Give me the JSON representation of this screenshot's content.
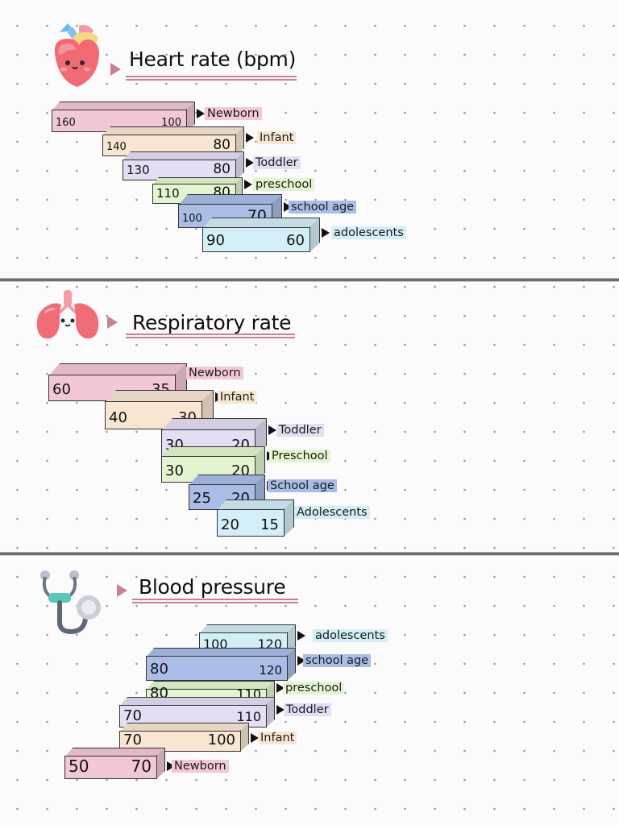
{
  "colors": {
    "pink": "#f2c7d6",
    "cream": "#f8e6d2",
    "lavender": "#e4ddf4",
    "green": "#e3f5d0",
    "blue": "#a9bde7",
    "cyan": "#d3eef6",
    "title_accent": "#c98294"
  },
  "sections": [
    {
      "id": "heart-rate",
      "title": "Heart rate (bpm)",
      "icon": "heart-icon",
      "rows": [
        {
          "label": "Newborn",
          "high": "160",
          "low": "100",
          "color": "pink"
        },
        {
          "label": "Infant",
          "high": "140",
          "low": "80",
          "color": "cream"
        },
        {
          "label": "Toddler",
          "high": "130",
          "low": "80",
          "color": "lavender"
        },
        {
          "label": "preschool",
          "high": "110",
          "low": "80",
          "color": "green"
        },
        {
          "label": "school age",
          "high": "100",
          "low": "70",
          "color": "blue"
        },
        {
          "label": "adolescents",
          "high": "90",
          "low": "60",
          "color": "cyan"
        }
      ]
    },
    {
      "id": "respiratory-rate",
      "title": "Respiratory rate",
      "icon": "lungs-icon",
      "rows": [
        {
          "label": "Newborn",
          "high": "60",
          "low": "35",
          "color": "pink"
        },
        {
          "label": "Infant",
          "high": "40",
          "low": "30",
          "color": "cream"
        },
        {
          "label": "Toddler",
          "high": "30",
          "low": "20",
          "color": "lavender"
        },
        {
          "label": "Preschool",
          "high": "30",
          "low": "20",
          "color": "green"
        },
        {
          "label": "School age",
          "high": "25",
          "low": "20",
          "color": "blue"
        },
        {
          "label": "Adolescents",
          "high": "20",
          "low": "15",
          "color": "cyan"
        }
      ]
    },
    {
      "id": "blood-pressure",
      "title": "Blood pressure",
      "icon": "stethoscope-icon",
      "rows": [
        {
          "label": "adolescents",
          "high": "100",
          "low": "120",
          "color": "cyan"
        },
        {
          "label": "school age",
          "high": "80",
          "low": "120",
          "color": "blue"
        },
        {
          "label": "preschool",
          "high": "80",
          "low": "110",
          "color": "green"
        },
        {
          "label": "Toddler",
          "high": "70",
          "low": "110",
          "color": "lavender"
        },
        {
          "label": "Infant",
          "high": "70",
          "low": "100",
          "color": "cream"
        },
        {
          "label": "Newborn",
          "high": "50",
          "low": "70",
          "color": "pink"
        }
      ]
    }
  ]
}
